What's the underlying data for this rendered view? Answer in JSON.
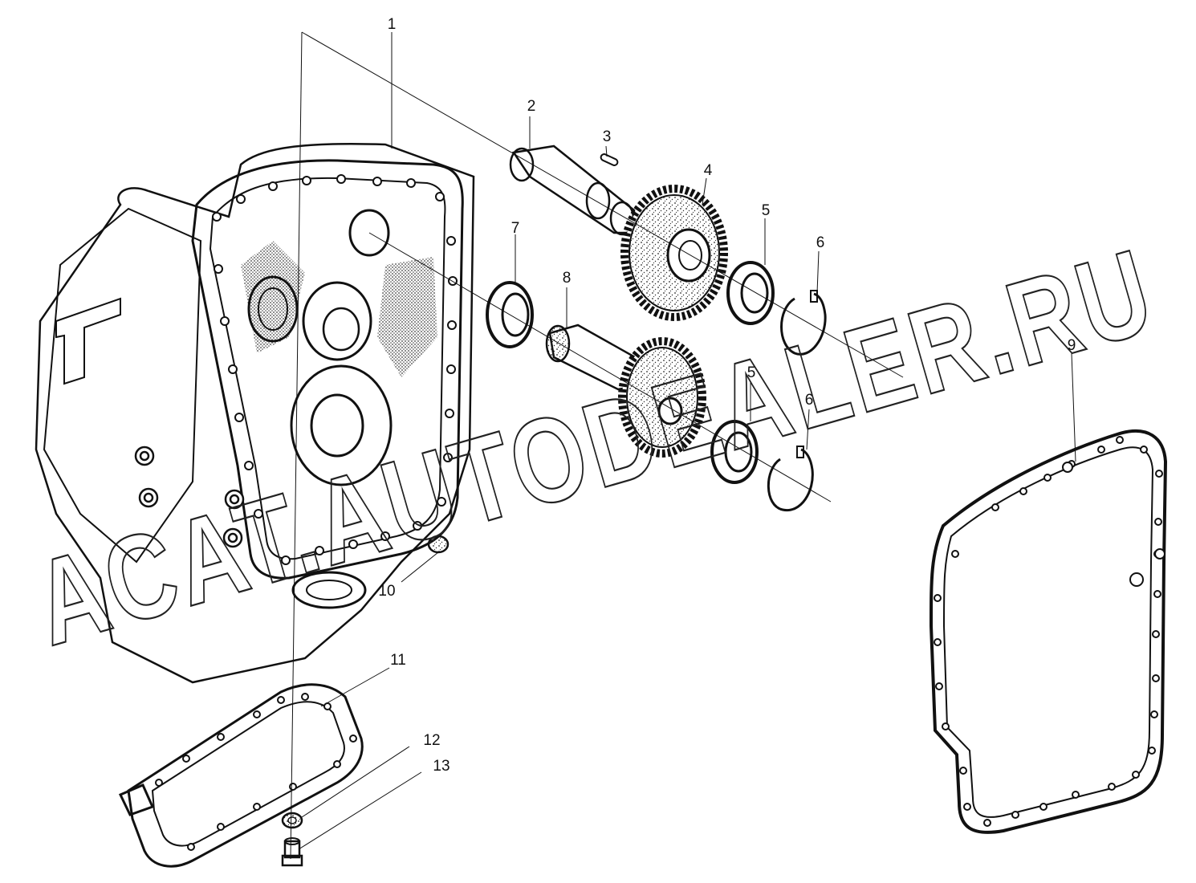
{
  "watermark": {
    "text": "ACAT.AUTODEALER.RU"
  },
  "callouts": [
    {
      "id": "1",
      "label": "1"
    },
    {
      "id": "2",
      "label": "2"
    },
    {
      "id": "3",
      "label": "3"
    },
    {
      "id": "4",
      "label": "4"
    },
    {
      "id": "5a",
      "label": "5"
    },
    {
      "id": "5b",
      "label": "5"
    },
    {
      "id": "6a",
      "label": "6"
    },
    {
      "id": "6b",
      "label": "6"
    },
    {
      "id": "7",
      "label": "7"
    },
    {
      "id": "8",
      "label": "8"
    },
    {
      "id": "9",
      "label": "9"
    },
    {
      "id": "10",
      "label": "10"
    },
    {
      "id": "11",
      "label": "11"
    },
    {
      "id": "12",
      "label": "12"
    },
    {
      "id": "13",
      "label": "13"
    }
  ],
  "colors": {
    "ink": "#111111",
    "paper": "#ffffff",
    "stipple": "#2a2a2a"
  }
}
